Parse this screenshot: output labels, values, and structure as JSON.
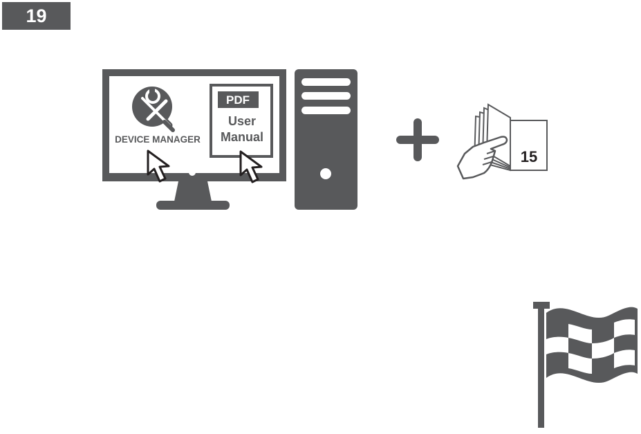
{
  "step": {
    "number": "19"
  },
  "monitor": {
    "device_manager_label": "DEVICE MANAGER",
    "pdf_badge": "PDF",
    "manual_line1": "User",
    "manual_line2": "Manual"
  },
  "booklet": {
    "page_number": "15"
  },
  "colors": {
    "dark": "#58595b",
    "screen": "#ffffff"
  },
  "icons": [
    "device-manager-icon",
    "pointer-cursor-icon",
    "plus-icon",
    "hand-icon",
    "booklet-icon",
    "checkered-flag-icon",
    "desktop-tower-icon",
    "monitor-icon"
  ]
}
